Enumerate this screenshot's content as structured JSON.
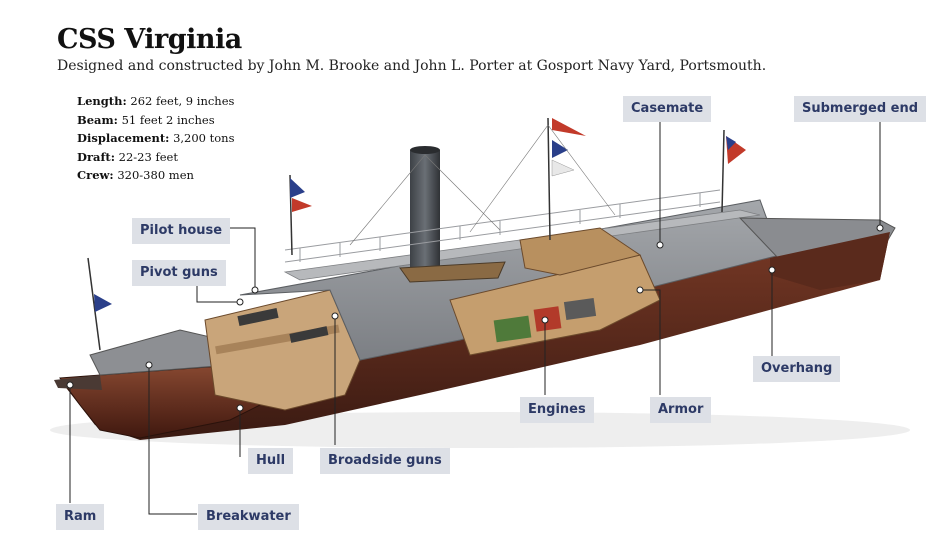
{
  "header": {
    "title": "CSS Virginia",
    "subtitle": "Designed and constructed by John M. Brooke and John L. Porter at Gosport Navy Yard, Portsmouth."
  },
  "specs": [
    {
      "key": "Length:",
      "value": "262 feet, 9 inches"
    },
    {
      "key": "Beam:",
      "value": "51 feet 2 inches"
    },
    {
      "key": "Displacement:",
      "value": "3,200 tons"
    },
    {
      "key": "Draft:",
      "value": "22-23 feet"
    },
    {
      "key": "Crew:",
      "value": "320-380 men"
    }
  ],
  "labels": {
    "casemate": "Casemate",
    "submerged_end": "Submerged end",
    "pilot_house": "Pilot house",
    "pivot_guns": "Pivot guns",
    "overhang": "Overhang",
    "engines": "Engines",
    "armor": "Armor",
    "hull": "Hull",
    "broadside_guns": "Broadside guns",
    "ram": "Ram",
    "breakwater": "Breakwater"
  },
  "colors": {
    "label_bg": "#dde0e6",
    "label_text": "#2d3a66",
    "leader": "#222222",
    "hull": "#5a2a1c",
    "casemate": "#8a8d91",
    "deck": "#9a9ca0"
  }
}
